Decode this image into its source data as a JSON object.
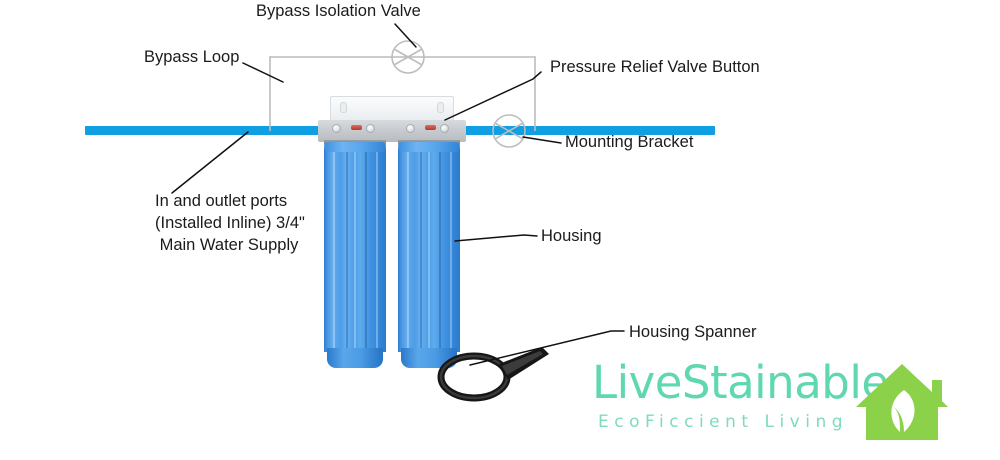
{
  "diagram": {
    "title": "Whole house dual water filter installation diagram",
    "background_color": "#ffffff",
    "pipe_color": "#0f9fe2",
    "loop_color": "#b9b9b9",
    "leader_color": "#111111",
    "housing_color": "#4f9fe8",
    "bracket_color": "#c8ccd0",
    "relief_button_color": "#b4392c"
  },
  "labels": {
    "bypass_isolation_valve": "Bypass Isolation Valve",
    "bypass_loop": "Bypass Loop",
    "pressure_relief_valve_button": "Pressure Relief Valve Button",
    "mounting_bracket": "Mounting Bracket",
    "housing": "Housing",
    "housing_spanner": "Housing Spanner",
    "inlet_outlet_line1": "In and outlet ports",
    "inlet_outlet_line2": "(Installed Inline) 3/4\"",
    "inlet_outlet_line3": " Main Water Supply"
  },
  "components": {
    "valve_symbol_name": "gate-valve-symbol",
    "valve_count": 2,
    "housing_count": 2,
    "screw_count": 4,
    "relief_button_count": 2
  },
  "logo": {
    "wordmark": "LiveStainable",
    "tagline": "EcoFiccient Living",
    "wordmark_color": "#5fd8ae",
    "tagline_color": "#7ddcbb",
    "house_color": "#8cd14a",
    "house_icon_name": "house-leaf-icon"
  }
}
